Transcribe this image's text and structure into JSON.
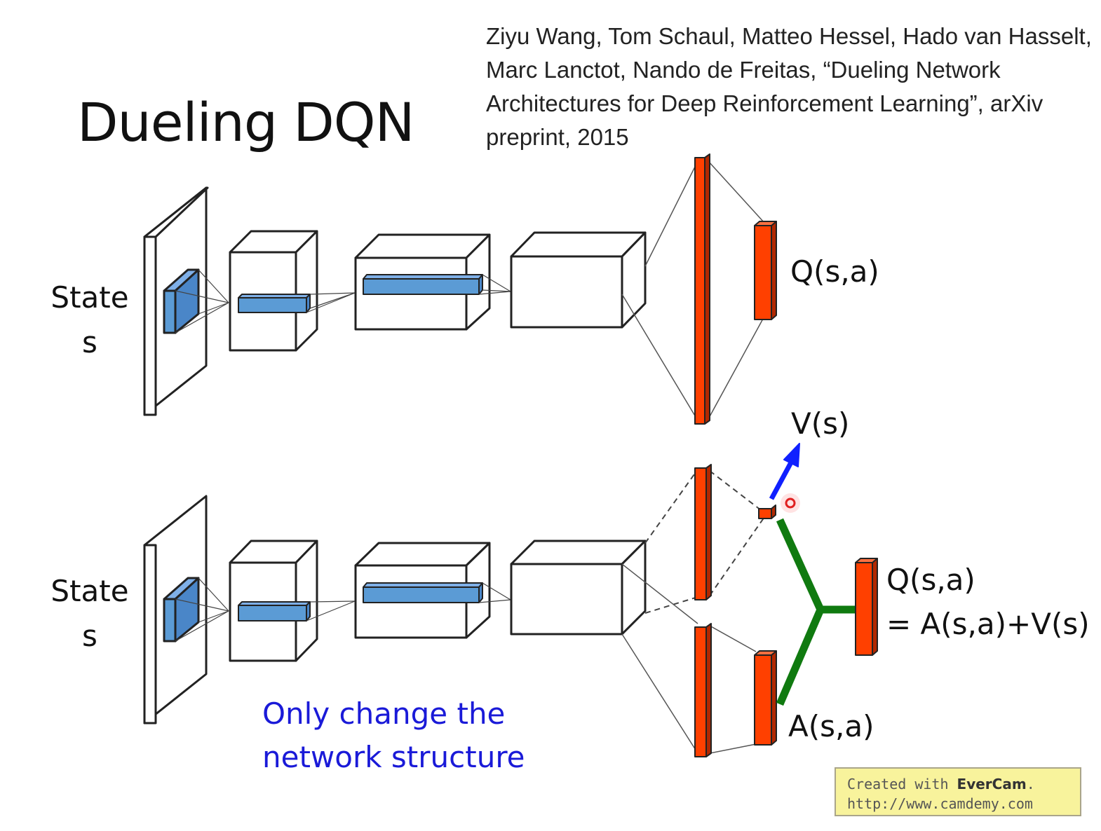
{
  "slide": {
    "title": "Dueling DQN",
    "citation": "Ziyu Wang, Tom Schaul, Matteo Hessel, Hado van Hasselt, Marc Lanctot, Nando de Freitas, “Dueling Network Architectures for Deep Reinforcement Learning”, arXiv preprint, 2015",
    "note_line1": "Only change the",
    "note_line2": "network structure"
  },
  "top_network": {
    "input_label_line1": "State",
    "input_label_line2": "s",
    "output_label": "Q(s,a)"
  },
  "bottom_network": {
    "input_label_line1": "State",
    "input_label_line2": "s",
    "value_label": "V(s)",
    "advantage_label": "A(s,a)",
    "q_label_line1": "Q(s,a)",
    "q_label_line2": "= A(s,a)+V(s)"
  },
  "colors": {
    "layer_blue": "#5b9bd5",
    "fc_red": "#ff4000",
    "combine_green": "#107a10",
    "arrow_blue": "#1020ff",
    "note_blue": "#1a1ad8"
  },
  "watermark": {
    "line1_prefix": "Created with ",
    "line1_brand": "EverCam",
    "line1_suffix": ".",
    "line2": "http://www.camdemy.com"
  }
}
